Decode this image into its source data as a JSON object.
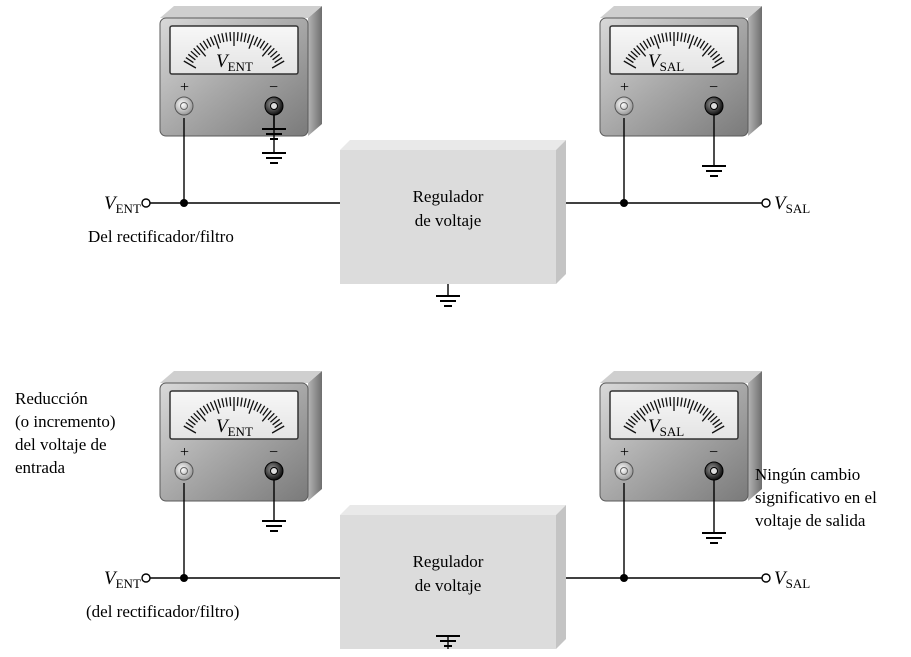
{
  "top": {
    "vin_symbol": "V",
    "vin_sub": "ENT",
    "vout_symbol": "V",
    "vout_sub": "SAL",
    "source_note": "Del rectificador/filtro",
    "regulator_line1": "Regulador",
    "regulator_line2": "de voltaje",
    "meter_in": {
      "symbol": "V",
      "sub": "ENT",
      "plus": "+",
      "minus": "−"
    },
    "meter_out": {
      "symbol": "V",
      "sub": "SAL",
      "plus": "+",
      "minus": "−"
    }
  },
  "bottom": {
    "vin_symbol": "V",
    "vin_sub": "ENT",
    "vout_symbol": "V",
    "vout_sub": "SAL",
    "source_note": "(del rectificador/filtro)",
    "regulator_line1": "Regulador",
    "regulator_line2": "de voltaje",
    "input_note": [
      "Reducción",
      "(o incremento)",
      "del voltaje de",
      "entrada"
    ],
    "output_note": [
      "Ningún cambio",
      "significativo en el",
      "voltaje de salida"
    ],
    "meter_in": {
      "symbol": "V",
      "sub": "ENT",
      "plus": "+",
      "minus": "−"
    },
    "meter_out": {
      "symbol": "V",
      "sub": "SAL",
      "plus": "+",
      "minus": "−"
    }
  }
}
